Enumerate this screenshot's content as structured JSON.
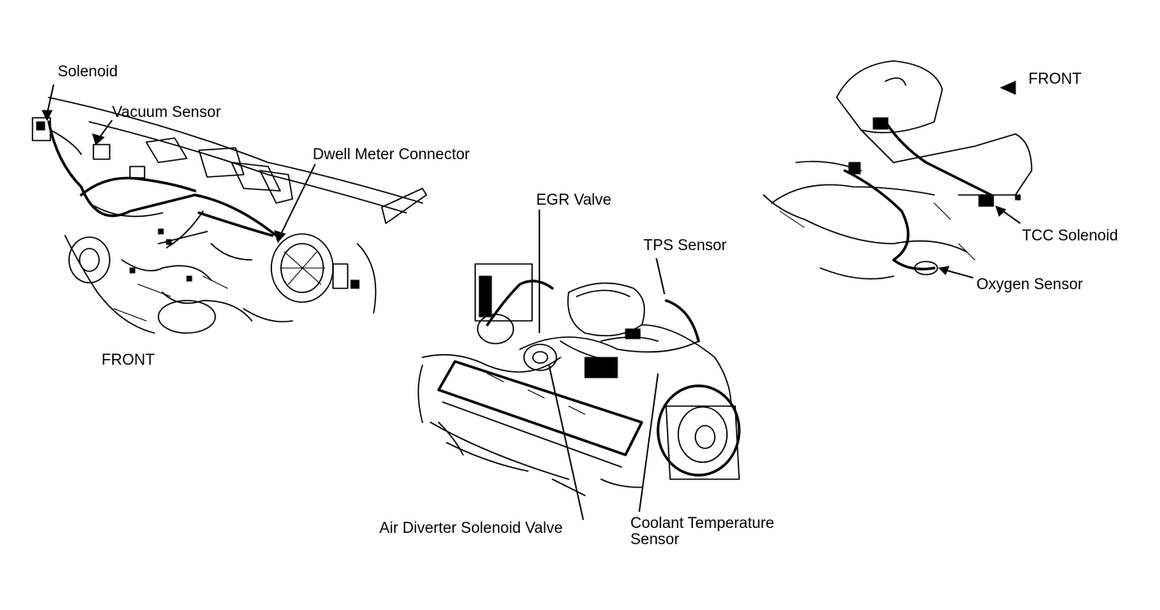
{
  "colors": {
    "background": "#ffffff",
    "ink": "#000000"
  },
  "left_view": {
    "solenoid": "Solenoid",
    "vacuum_sensor": "Vacuum Sensor",
    "dwell_meter_connector": "Dwell Meter Connector",
    "front": "FRONT"
  },
  "center_view": {
    "egr_valve": "EGR Valve",
    "tps_sensor": "TPS Sensor",
    "air_diverter": "Air Diverter Solenoid Valve",
    "coolant_line1": "Coolant Temperature",
    "coolant_line2": "Sensor"
  },
  "right_view": {
    "front": "FRONT",
    "tcc_solenoid": "TCC Solenoid",
    "oxygen_sensor": "Oxygen Sensor"
  }
}
